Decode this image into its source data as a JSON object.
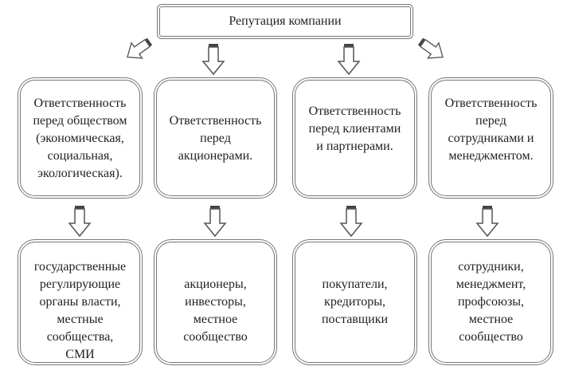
{
  "root": {
    "label": "Репутация компании"
  },
  "responsibilities": [
    {
      "label": "Ответственность\nперед обществом\n(экономическая,\nсоциальная,\nэкологическая)."
    },
    {
      "label": "Ответственность\nперед\nакционерами."
    },
    {
      "label": "Ответственность\nперед клиентами\nи партнерами."
    },
    {
      "label": "Ответственность\nперед\nсотрудниками и\nменеджментом."
    }
  ],
  "stakeholders": [
    {
      "label": "государственные\nрегулирующие\nорганы власти,\nместные\nсообщества,\nСМИ"
    },
    {
      "label": "акционеры,\nинвесторы,\nместное\nсообщество"
    },
    {
      "label": "покупатели,\nкредиторы,\nпоставщики"
    },
    {
      "label": "сотрудники,\nменеджмент,\nпрофсоюзы,\nместное\nсообщество"
    }
  ]
}
